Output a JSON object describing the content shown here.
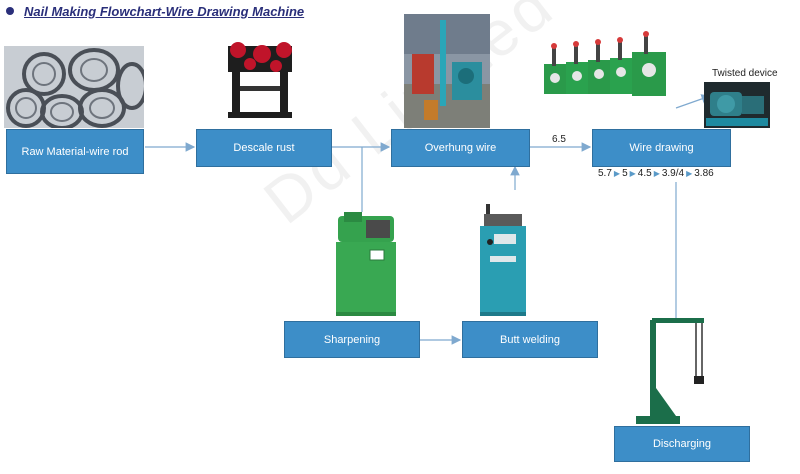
{
  "title": "Nail Making Flowchart-Wire Drawing Machine",
  "nodes": {
    "raw_material": "Raw Material-wire rod",
    "descale": "Descale rust",
    "overhung": "Overhung wire",
    "wire_drawing": "Wire drawing",
    "sharpening": "Sharpening",
    "butt_welding": "Butt welding",
    "discharging": "Discharging"
  },
  "labels": {
    "edge_value": "6.5",
    "twisted_device": "Twisted device",
    "watermark": "Dd  Limited"
  },
  "diameter_sequence": [
    "5.7",
    "5",
    "4.5",
    "3.9/4",
    "3.86"
  ],
  "colors": {
    "box": "#3d8ec8",
    "title": "#2a2f7a",
    "arrow": "#7fa9cf"
  }
}
